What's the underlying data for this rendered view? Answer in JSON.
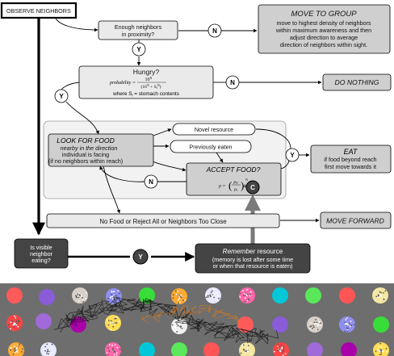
{
  "nodes": {
    "observe": "OBSERVE NEIGHBORS",
    "enough": [
      "Enough  neighbors",
      "in proximity?"
    ],
    "move_group": {
      "title": "MOVE TO GROUP",
      "lines": [
        "move to highest density of neighbors",
        "within maximum awareness and then",
        "adjust direction to average",
        "direction of neighbors within sight."
      ]
    },
    "hungry": {
      "title": "Hungry?",
      "prob_label": "probability =",
      "numerator": "16",
      "numerator_exp": "N",
      "denominator": "(16",
      "denominator_exp": "N",
      "denominator_mid": " + S",
      "denominator_sub": "i",
      "denominator_exp2": "N",
      "denominator_end": ")",
      "footer": "where S",
      "footer_sub": "i",
      "footer_end": " = stomach contents"
    },
    "do_nothing": "DO NOTHING",
    "look_food": {
      "title": "LOOK FOR FOOD",
      "lines": [
        "nearby in the direction",
        "individual is facing",
        "(if no neighbors within reach)"
      ]
    },
    "novel": "Novel resource",
    "prev_eaten": "Previously eaten",
    "accept": {
      "title": "ACCEPT FOOD?",
      "rho": "ρ =",
      "p_num": "p",
      "p_num_sub": "N",
      "p_den": "p",
      "p_den_sub": "i",
      "exp": "N"
    },
    "eat": {
      "title": "EAT",
      "lines": [
        "if food beyond reach",
        "first move towards it"
      ]
    },
    "no_food": "No Food or Reject All or Neighbors Too Close",
    "move_fwd": "MOVE FORWARD",
    "visible": [
      "Is visible",
      "neighbor",
      "eating?"
    ],
    "remember": {
      "title": "Remember",
      "title_rest": " resource",
      "lines": [
        "(memory is lost after some time",
        "or when that resource is eaten)"
      ]
    }
  },
  "labels": {
    "yes": "Y",
    "no": "N",
    "copy": "C",
    "plus": "+"
  },
  "colors": {
    "light_box": "#eaeaea",
    "mid_box": "#cfcfcf",
    "dark_box": "#444444",
    "panel": "#f2f2f2",
    "arrow_gray": "#7a7a7a",
    "sim_bg": "#6e6e6e"
  },
  "resources": [
    {
      "color": "#ff5a5a",
      "kind": "solid"
    },
    {
      "color": "#8a5cd8",
      "kind": "solid"
    },
    {
      "color": "#d8d0c8",
      "kind": "speckle"
    },
    {
      "color": "#8f8ff0",
      "kind": "speckle"
    },
    {
      "color": "#39dd39",
      "kind": "solid"
    },
    {
      "color": "#ffaa33",
      "kind": "speckle"
    },
    {
      "color": "#e8e8ff",
      "kind": "speckle"
    },
    {
      "color": "#ff66aa",
      "kind": "speckle"
    },
    {
      "color": "#00c8d8",
      "kind": "solid"
    },
    {
      "color": "#5ae85a",
      "kind": "solid"
    },
    {
      "color": "#ff5555",
      "kind": "solid"
    },
    {
      "color": "#f5e6a0",
      "kind": "speckle"
    },
    {
      "color": "#ff4444",
      "kind": "speckle"
    },
    {
      "color": "#a06ad8",
      "kind": "solid"
    },
    {
      "color": "#aa00aa",
      "kind": "solid"
    },
    {
      "color": "#ffdd55",
      "kind": "speckle"
    },
    {
      "color": "#f0f0f0",
      "kind": "speckle"
    }
  ]
}
